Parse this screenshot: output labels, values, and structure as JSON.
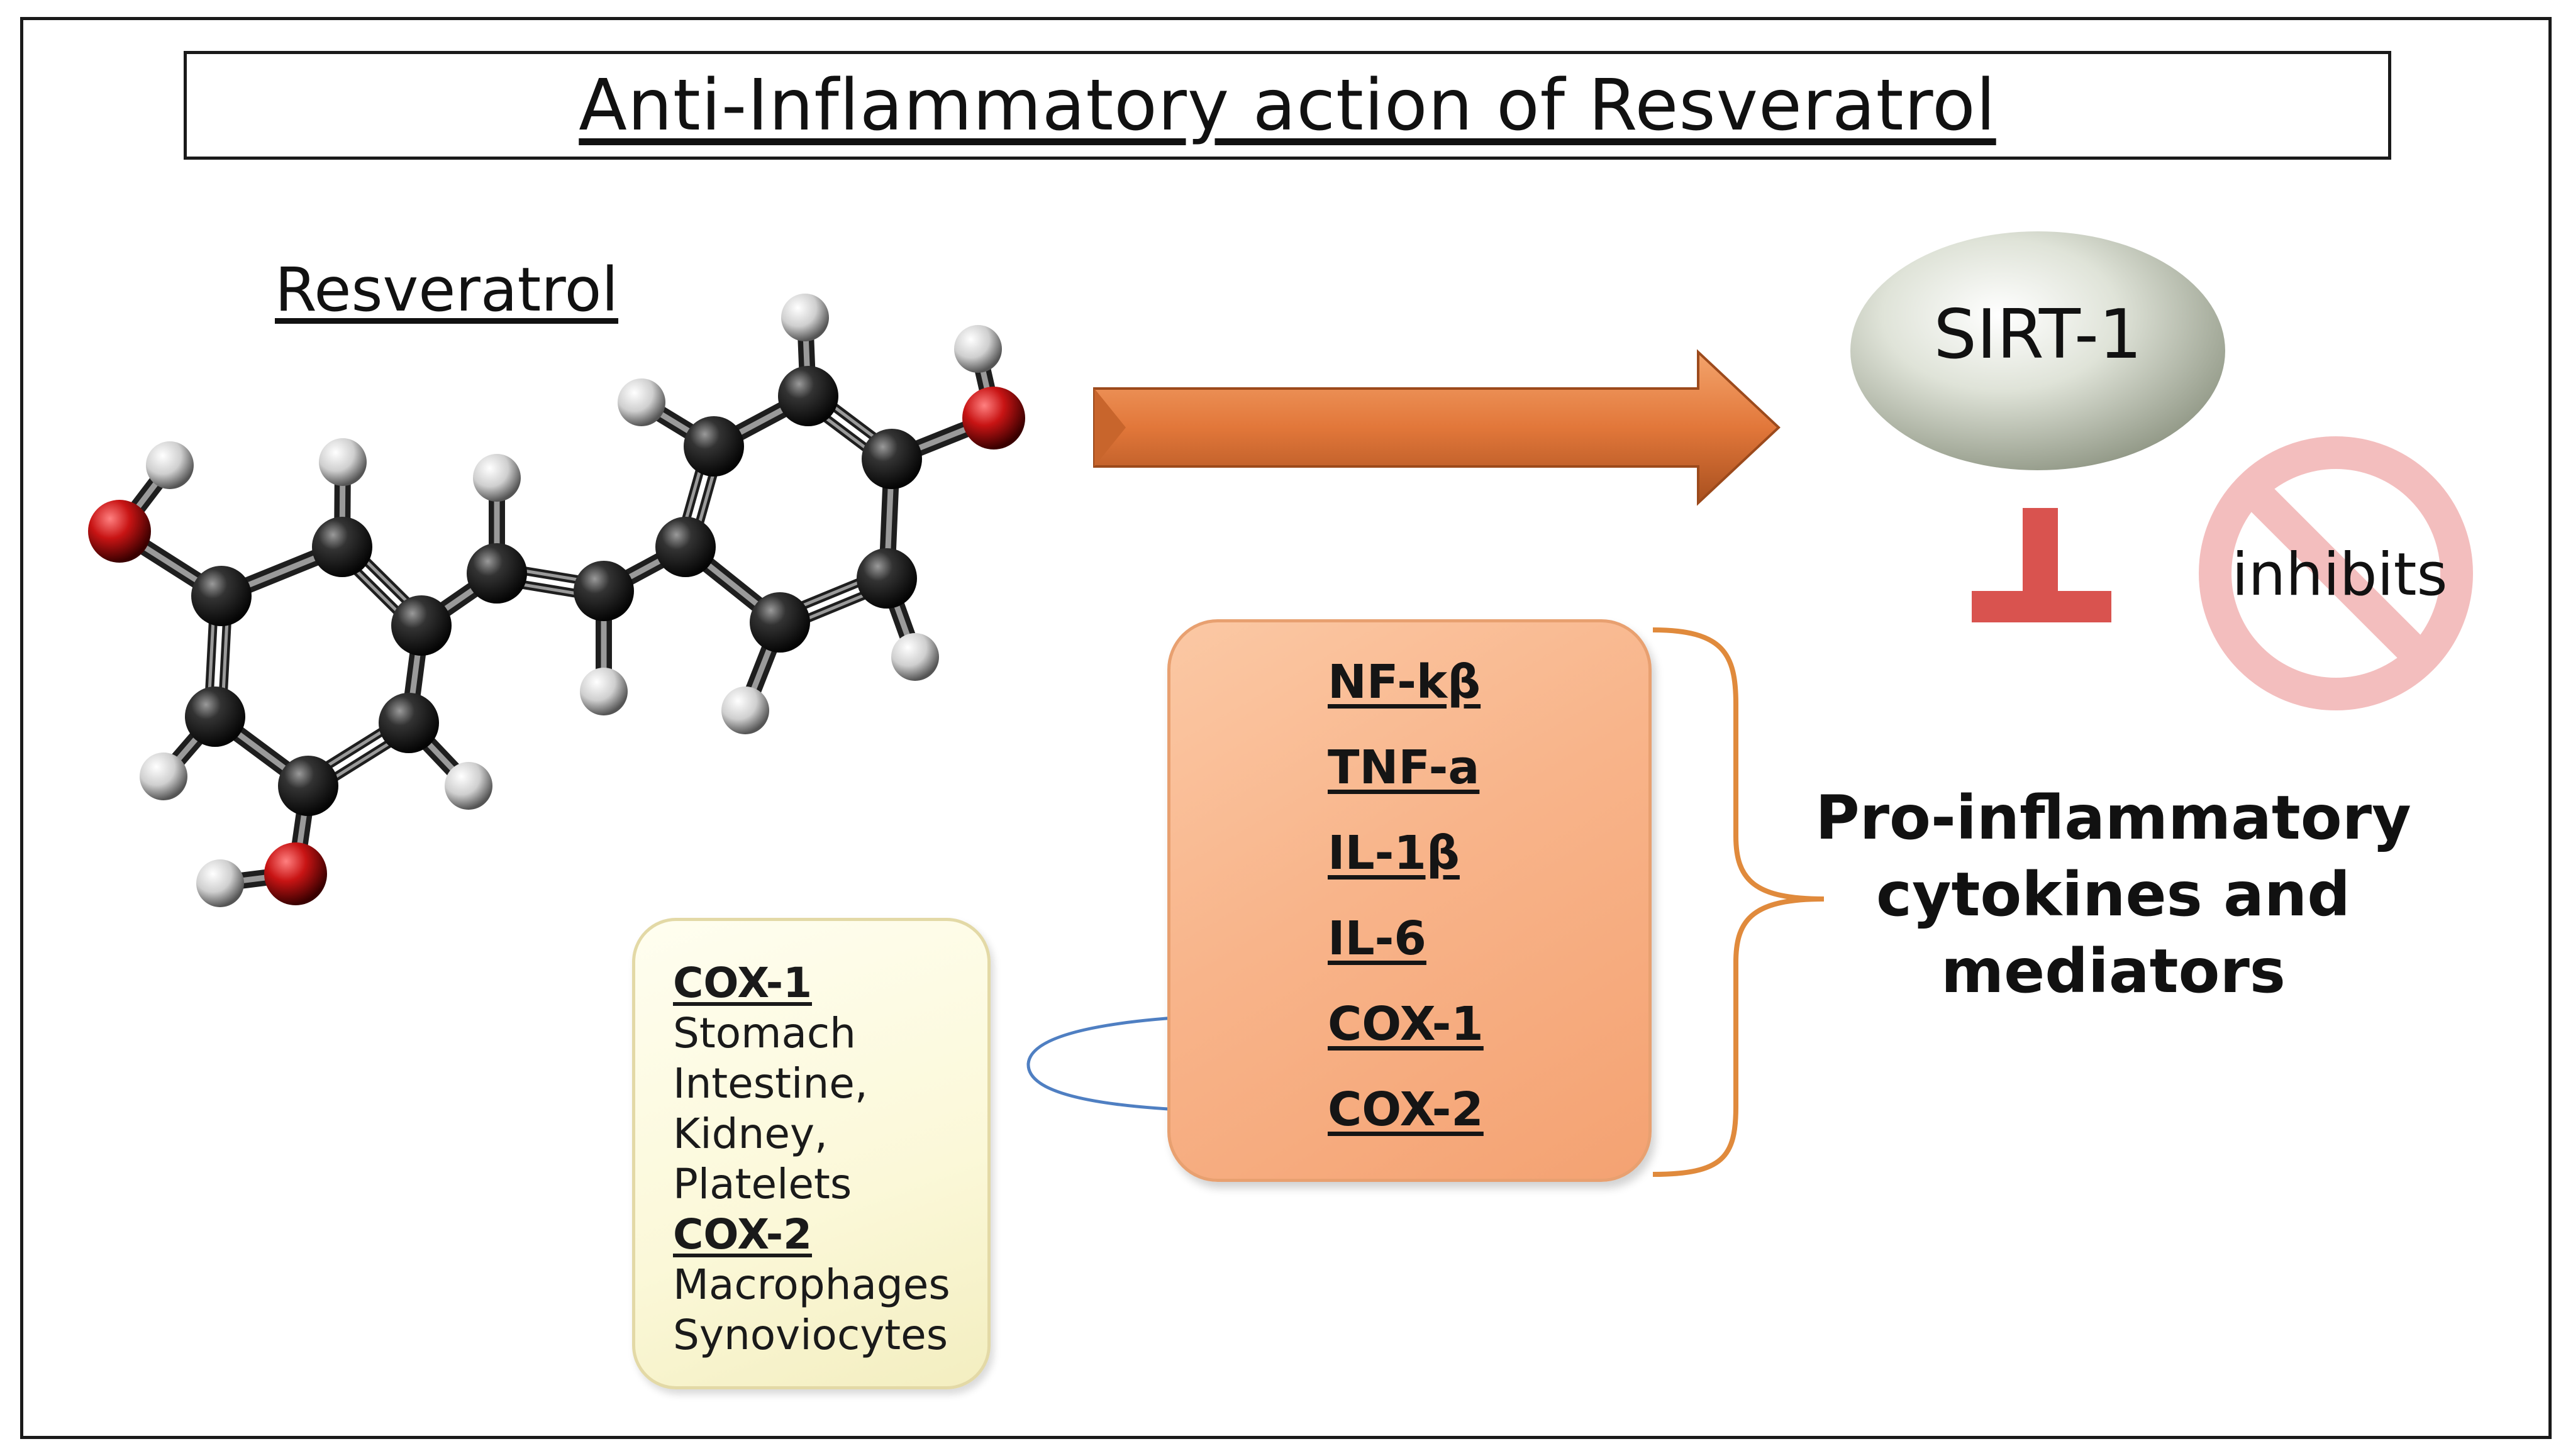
{
  "title": "Anti-Inflammatory action of Resveratrol",
  "molecule": {
    "label": "Resveratrol",
    "icon": "resveratrol-ball-and-stick-molecule-icon"
  },
  "target": {
    "label": "SIRT-1"
  },
  "inhibits_label": "inhibits",
  "mediators": [
    "NF-kβ",
    "TNF-a",
    "IL-1β",
    "IL-6",
    "COX-1",
    "COX-2"
  ],
  "cox_box": {
    "heading_1": "COX-1",
    "sites_1": [
      "Stomach",
      "Intestine,",
      "Kidney,",
      "Platelets"
    ],
    "heading_2": "COX-2",
    "sites_2": [
      "Macrophages",
      "Synoviocytes"
    ]
  },
  "group_label": [
    "Pro-inflammatory",
    "cytokines and",
    "mediators"
  ],
  "colors": {
    "arrow": "#e2773a",
    "inhibit_bar": "#d9534f",
    "no_sign": "#f2b8b8",
    "mediator_box": "#f8b48a",
    "cox_box": "#fbf8d8",
    "brace": "#e08a3c",
    "connector": "#4f7fc2",
    "oxygen": "#c81414",
    "carbon": "#2a2a2a",
    "hydrogen": "#d8d8d8"
  }
}
